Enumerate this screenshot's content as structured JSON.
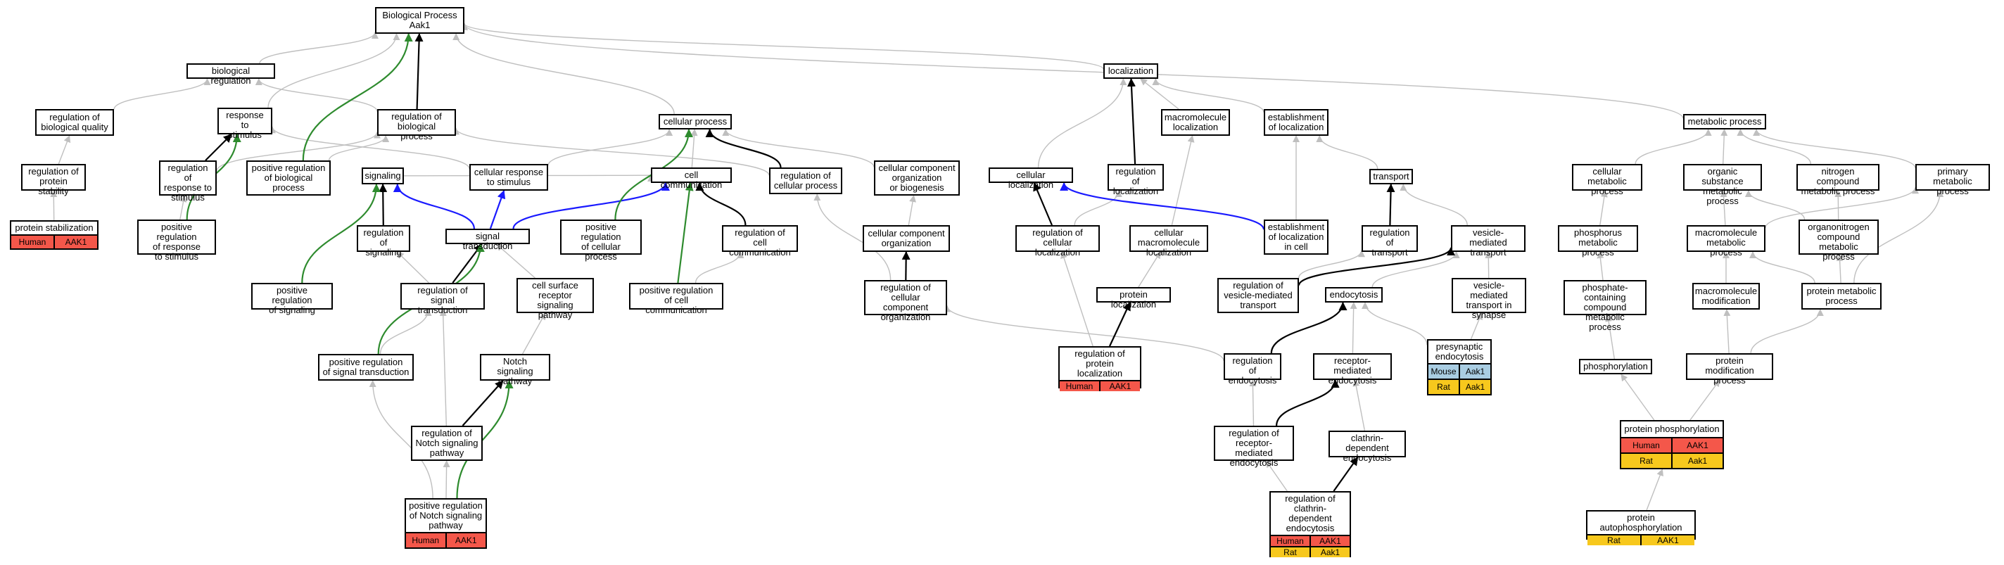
{
  "colors": {
    "gray_edge": "#bfbfbf",
    "black_edge": "#000000",
    "green_edge": "#2e8b2e",
    "blue_edge": "#1a1aff",
    "human": "#f4574a",
    "rat": "#f7c81d",
    "mouse": "#a9cde2"
  },
  "nodes": [
    {
      "id": "bp",
      "label": "Biological Process\nAak1"
    },
    {
      "id": "biol_reg",
      "label": "biological regulation"
    },
    {
      "id": "reg_biol_quality",
      "label": "regulation of\nbiological quality"
    },
    {
      "id": "reg_prot_stab",
      "label": "regulation of\nprotein stability"
    },
    {
      "id": "prot_stab",
      "label": "protein stabilization",
      "ann": [
        [
          "Human",
          "AAK1",
          "human"
        ]
      ]
    },
    {
      "id": "resp_stim",
      "label": "response to\nstimulus"
    },
    {
      "id": "reg_resp_stim",
      "label": "regulation of\nresponse to\nstimulus"
    },
    {
      "id": "pos_reg_resp_stim",
      "label": "positive regulation\nof response\nto stimulus"
    },
    {
      "id": "reg_biol_proc",
      "label": "regulation of\nbiological process"
    },
    {
      "id": "pos_reg_biol_proc",
      "label": "positive regulation\nof biological\nprocess"
    },
    {
      "id": "signaling",
      "label": "signaling"
    },
    {
      "id": "reg_signaling",
      "label": "regulation of\nsignaling"
    },
    {
      "id": "pos_reg_signaling",
      "label": "positive regulation\nof signaling"
    },
    {
      "id": "cell_resp_stim",
      "label": "cellular response\nto stimulus"
    },
    {
      "id": "sig_trans",
      "label": "signal transduction"
    },
    {
      "id": "reg_sig_trans",
      "label": "regulation of\nsignal transduction"
    },
    {
      "id": "pos_reg_sig_trans",
      "label": "positive regulation\nof signal transduction"
    },
    {
      "id": "cell_proc",
      "label": "cellular process"
    },
    {
      "id": "cell_comm",
      "label": "cell communication"
    },
    {
      "id": "reg_cell_proc",
      "label": "regulation of\ncellular process"
    },
    {
      "id": "pos_reg_cell_proc",
      "label": "positive regulation\nof cellular\nprocess"
    },
    {
      "id": "reg_cell_comm",
      "label": "regulation of\ncell communication"
    },
    {
      "id": "pos_reg_cell_comm",
      "label": "positive regulation\nof cell communication"
    },
    {
      "id": "cell_surf_rec",
      "label": "cell surface\nreceptor signaling\npathway"
    },
    {
      "id": "notch",
      "label": "Notch signaling\npathway"
    },
    {
      "id": "reg_notch",
      "label": "regulation of\nNotch signaling\npathway"
    },
    {
      "id": "pos_reg_notch",
      "label": "positive regulation\nof Notch signaling\npathway",
      "ann": [
        [
          "Human",
          "AAK1",
          "human"
        ]
      ]
    },
    {
      "id": "ccobg",
      "label": "cellular component\norganization\nor biogenesis"
    },
    {
      "id": "cco",
      "label": "cellular component\norganization"
    },
    {
      "id": "reg_cco",
      "label": "regulation of\ncellular component\norganization"
    },
    {
      "id": "localization",
      "label": "localization"
    },
    {
      "id": "cell_loc",
      "label": "cellular localization"
    },
    {
      "id": "reg_loc",
      "label": "regulation of\nlocalization"
    },
    {
      "id": "reg_cell_loc",
      "label": "regulation of\ncellular localization"
    },
    {
      "id": "macro_loc",
      "label": "macromolecule\nlocalization"
    },
    {
      "id": "cell_macro_loc",
      "label": "cellular macromolecule\nlocalization"
    },
    {
      "id": "prot_loc",
      "label": "protein localization"
    },
    {
      "id": "reg_prot_loc",
      "label": "regulation of\nprotein localization",
      "ann": [
        [
          "Human",
          "AAK1",
          "human"
        ]
      ]
    },
    {
      "id": "est_loc",
      "label": "establishment\nof localization"
    },
    {
      "id": "est_loc_cell",
      "label": "establishment\nof localization\nin cell"
    },
    {
      "id": "transport",
      "label": "transport"
    },
    {
      "id": "reg_transport",
      "label": "regulation of\ntransport"
    },
    {
      "id": "vesicle_transport",
      "label": "vesicle-mediated\ntransport"
    },
    {
      "id": "reg_vesicle_transport",
      "label": "regulation of\nvesicle-mediated\ntransport"
    },
    {
      "id": "endocytosis",
      "label": "endocytosis"
    },
    {
      "id": "reg_endocytosis",
      "label": "regulation of\nendocytosis"
    },
    {
      "id": "rme",
      "label": "receptor-mediated\nendocytosis"
    },
    {
      "id": "reg_rme",
      "label": "regulation of\nreceptor-mediated\nendocytosis"
    },
    {
      "id": "cde",
      "label": "clathrin-dependent\nendocytosis"
    },
    {
      "id": "reg_cde",
      "label": "regulation of\nclathrin-dependent\nendocytosis",
      "ann": [
        [
          "Human",
          "AAK1",
          "human"
        ],
        [
          "Rat",
          "Aak1",
          "rat"
        ]
      ]
    },
    {
      "id": "vmt_synapse",
      "label": "vesicle-mediated\ntransport in\nsynapse"
    },
    {
      "id": "presyn_endo",
      "label": "presynaptic\nendocytosis",
      "ann": [
        [
          "Mouse",
          "Aak1",
          "mouse"
        ],
        [
          "Rat",
          "Aak1",
          "rat"
        ]
      ]
    },
    {
      "id": "metab",
      "label": "metabolic process"
    },
    {
      "id": "cell_metab",
      "label": "cellular metabolic\nprocess"
    },
    {
      "id": "org_subst",
      "label": "organic substance\nmetabolic process"
    },
    {
      "id": "nitrogen",
      "label": "nitrogen compound\nmetabolic process"
    },
    {
      "id": "primary",
      "label": "primary metabolic\nprocess"
    },
    {
      "id": "phosphorus",
      "label": "phosphorus metabolic\nprocess"
    },
    {
      "id": "phosphate",
      "label": "phosphate-containing\ncompound metabolic\nprocess"
    },
    {
      "id": "phosphorylation",
      "label": "phosphorylation"
    },
    {
      "id": "macro_mod",
      "label": "macromolecule\nmetabolic process"
    },
    {
      "id": "organonitrogen",
      "label": "organonitrogen\ncompound metabolic\nprocess"
    },
    {
      "id": "macromol_mod",
      "label": "macromolecule\nmodification"
    },
    {
      "id": "prot_metab",
      "label": "protein metabolic\nprocess"
    },
    {
      "id": "prot_mod",
      "label": "protein modification\nprocess"
    },
    {
      "id": "prot_phos",
      "label": "protein phosphorylation",
      "ann": [
        [
          "Human",
          "AAK1",
          "human"
        ],
        [
          "Rat",
          "Aak1",
          "rat"
        ]
      ]
    },
    {
      "id": "prot_autophos",
      "label": "protein autophosphorylation",
      "ann": [
        [
          "Rat",
          "AAK1",
          "rat"
        ]
      ]
    }
  ],
  "edges": [
    [
      "biol_reg",
      "bp",
      "gray"
    ],
    [
      "localization",
      "bp",
      "gray"
    ],
    [
      "metab",
      "bp",
      "gray"
    ],
    [
      "cell_proc",
      "bp",
      "gray"
    ],
    [
      "reg_biol_proc",
      "bp",
      "black"
    ],
    [
      "pos_reg_biol_proc",
      "bp",
      "green"
    ],
    [
      "resp_stim",
      "bp",
      "gray"
    ],
    [
      "reg_biol_quality",
      "biol_reg",
      "gray"
    ],
    [
      "reg_biol_proc",
      "biol_reg",
      "gray"
    ],
    [
      "reg_prot_stab",
      "reg_biol_quality",
      "gray"
    ],
    [
      "prot_stab",
      "reg_prot_stab",
      "gray"
    ],
    [
      "reg_resp_stim",
      "resp_stim",
      "black"
    ],
    [
      "pos_reg_resp_stim",
      "resp_stim",
      "green"
    ],
    [
      "pos_reg_resp_stim",
      "reg_resp_stim",
      "gray"
    ],
    [
      "reg_resp_stim",
      "reg_biol_proc",
      "gray"
    ],
    [
      "pos_reg_biol_proc",
      "reg_biol_proc",
      "gray"
    ],
    [
      "cell_resp_stim",
      "resp_stim",
      "gray"
    ],
    [
      "cell_resp_stim",
      "cell_proc",
      "gray"
    ],
    [
      "signaling",
      "cell_comm",
      "gray"
    ],
    [
      "reg_signaling",
      "signaling",
      "black"
    ],
    [
      "pos_reg_signaling",
      "signaling",
      "green"
    ],
    [
      "sig_trans",
      "signaling",
      "blue"
    ],
    [
      "sig_trans",
      "cell_resp_stim",
      "blue"
    ],
    [
      "sig_trans",
      "cell_comm",
      "blue"
    ],
    [
      "reg_sig_trans",
      "sig_trans",
      "black"
    ],
    [
      "pos_reg_sig_trans",
      "sig_trans",
      "green"
    ],
    [
      "pos_reg_sig_trans",
      "reg_sig_trans",
      "gray"
    ],
    [
      "reg_sig_trans",
      "reg_signaling",
      "gray"
    ],
    [
      "cell_comm",
      "cell_proc",
      "gray"
    ],
    [
      "reg_cell_proc",
      "cell_proc",
      "black"
    ],
    [
      "pos_reg_cell_proc",
      "cell_proc",
      "green"
    ],
    [
      "reg_cell_comm",
      "cell_comm",
      "black"
    ],
    [
      "pos_reg_cell_comm",
      "cell_comm",
      "green"
    ],
    [
      "reg_cell_proc",
      "reg_biol_proc",
      "gray"
    ],
    [
      "pos_reg_cell_comm",
      "reg_cell_comm",
      "gray"
    ],
    [
      "cell_surf_rec",
      "sig_trans",
      "gray"
    ],
    [
      "notch",
      "cell_surf_rec",
      "gray"
    ],
    [
      "reg_notch",
      "notch",
      "black"
    ],
    [
      "pos_reg_notch",
      "notch",
      "green"
    ],
    [
      "pos_reg_notch",
      "reg_notch",
      "gray"
    ],
    [
      "reg_notch",
      "reg_sig_trans",
      "gray"
    ],
    [
      "pos_reg_notch",
      "pos_reg_sig_trans",
      "gray"
    ],
    [
      "ccobg",
      "cell_proc",
      "gray"
    ],
    [
      "cco",
      "ccobg",
      "gray"
    ],
    [
      "reg_cco",
      "cco",
      "black"
    ],
    [
      "reg_cco",
      "reg_cell_proc",
      "gray"
    ],
    [
      "reg_loc",
      "localization",
      "black"
    ],
    [
      "cell_loc",
      "localization",
      "gray"
    ],
    [
      "macro_loc",
      "localization",
      "gray"
    ],
    [
      "est_loc",
      "localization",
      "gray"
    ],
    [
      "reg_cell_loc",
      "cell_loc",
      "black"
    ],
    [
      "est_loc_cell",
      "cell_loc",
      "blue"
    ],
    [
      "reg_cell_loc",
      "reg_loc",
      "gray"
    ],
    [
      "cell_macro_loc",
      "macro_loc",
      "gray"
    ],
    [
      "prot_loc",
      "cell_macro_loc",
      "gray"
    ],
    [
      "reg_prot_loc",
      "prot_loc",
      "black"
    ],
    [
      "reg_prot_loc",
      "reg_cell_loc",
      "gray"
    ],
    [
      "est_loc_cell",
      "est_loc",
      "gray"
    ],
    [
      "transport",
      "est_loc",
      "gray"
    ],
    [
      "reg_transport",
      "transport",
      "black"
    ],
    [
      "vesicle_transport",
      "transport",
      "gray"
    ],
    [
      "reg_vesicle_transport",
      "vesicle_transport",
      "black"
    ],
    [
      "reg_vesicle_transport",
      "reg_transport",
      "gray"
    ],
    [
      "endocytosis",
      "vesicle_transport",
      "gray"
    ],
    [
      "reg_endocytosis",
      "endocytosis",
      "black"
    ],
    [
      "rme",
      "endocytosis",
      "gray"
    ],
    [
      "reg_rme",
      "rme",
      "black"
    ],
    [
      "reg_rme",
      "reg_endocytosis",
      "gray"
    ],
    [
      "cde",
      "rme",
      "gray"
    ],
    [
      "reg_cde",
      "cde",
      "black"
    ],
    [
      "reg_cde",
      "reg_rme",
      "gray"
    ],
    [
      "vmt_synapse",
      "vesicle_transport",
      "gray"
    ],
    [
      "presyn_endo",
      "vmt_synapse",
      "gray"
    ],
    [
      "presyn_endo",
      "endocytosis",
      "gray"
    ],
    [
      "reg_endocytosis",
      "reg_cco",
      "gray"
    ],
    [
      "cell_metab",
      "metab",
      "gray"
    ],
    [
      "org_subst",
      "metab",
      "gray"
    ],
    [
      "nitrogen",
      "metab",
      "gray"
    ],
    [
      "primary",
      "metab",
      "gray"
    ],
    [
      "phosphorus",
      "cell_metab",
      "gray"
    ],
    [
      "phosphate",
      "phosphorus",
      "gray"
    ],
    [
      "phosphorylation",
      "phosphate",
      "gray"
    ],
    [
      "macro_mod",
      "org_subst",
      "gray"
    ],
    [
      "macro_mod",
      "primary",
      "gray"
    ],
    [
      "organonitrogen",
      "nitrogen",
      "gray"
    ],
    [
      "organonitrogen",
      "org_subst",
      "gray"
    ],
    [
      "macromol_mod",
      "macro_mod",
      "gray"
    ],
    [
      "prot_metab",
      "macro_mod",
      "gray"
    ],
    [
      "prot_metab",
      "organonitrogen",
      "gray"
    ],
    [
      "prot_metab",
      "primary",
      "gray"
    ],
    [
      "prot_mod",
      "macromol_mod",
      "gray"
    ],
    [
      "prot_mod",
      "prot_metab",
      "gray"
    ],
    [
      "prot_phos",
      "phosphorylation",
      "gray"
    ],
    [
      "prot_phos",
      "prot_mod",
      "gray"
    ],
    [
      "prot_autophos",
      "prot_phos",
      "gray"
    ]
  ]
}
